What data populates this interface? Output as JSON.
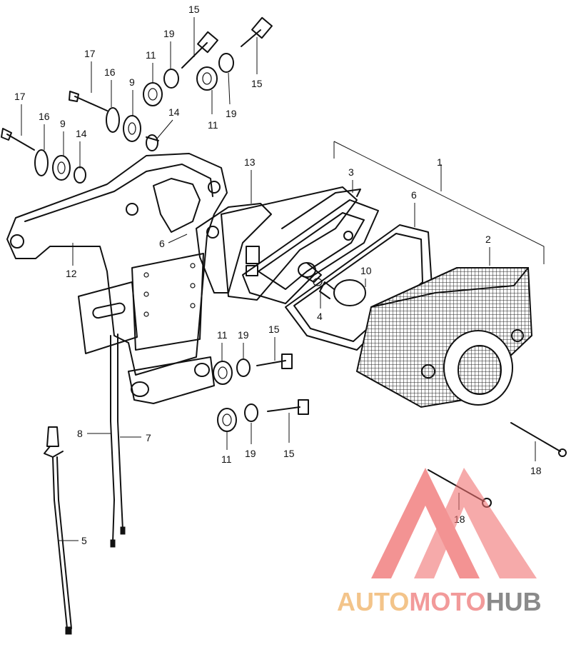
{
  "callouts": {
    "c1": "1",
    "c2": "2",
    "c3": "3",
    "c4": "4",
    "c5": "5",
    "c6a": "6",
    "c6b": "6",
    "c7": "7",
    "c8": "8",
    "c9a": "9",
    "c9b": "9",
    "c10": "10",
    "c11a": "11",
    "c11b": "11",
    "c11c": "11",
    "c11d": "11",
    "c12": "12",
    "c13": "13",
    "c14a": "14",
    "c14b": "14",
    "c15a": "15",
    "c15b": "15",
    "c15c": "15",
    "c15d": "15",
    "c16a": "16",
    "c16b": "16",
    "c17a": "17",
    "c17b": "17",
    "c18a": "18",
    "c18b": "18",
    "c19a": "19",
    "c19b": "19",
    "c19c": "19",
    "c19d": "19"
  },
  "watermark": {
    "part1": "AUTO",
    "part2": "MOTO",
    "part3": "HUB",
    "color1": "#f3c48a",
    "color2": "#f29a9a",
    "color3": "#8a8a8a",
    "triangle_color": "#f07070"
  }
}
